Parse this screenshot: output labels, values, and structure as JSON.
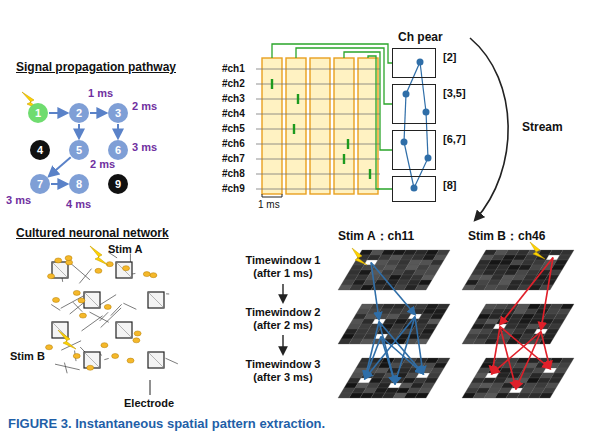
{
  "diagram": {
    "caption": "FIGURE 3. Instantaneous spatial pattern extraction.",
    "nodes": [
      {
        "text": [
          "1"
        ]
      },
      {
        "text": [
          "2"
        ]
      },
      {
        "text": [
          "3"
        ]
      },
      {
        "text": [
          "4"
        ]
      },
      {
        "text": [
          "5"
        ]
      },
      {
        "text": [
          "6"
        ]
      },
      {
        "text": [
          "7"
        ]
      },
      {
        "text": [
          "8"
        ]
      },
      {
        "text": [
          "9"
        ]
      },
      {
        "text": [
          "[2]"
        ]
      },
      {
        "text": [
          "[3,5]"
        ]
      },
      {
        "text": [
          "[6,7]"
        ]
      },
      {
        "text": [
          "[8]"
        ]
      }
    ],
    "edges": [
      {
        "from": 0,
        "to": 1,
        "arrow": "to"
      },
      {
        "from": 1,
        "to": 2,
        "arrow": "to"
      },
      {
        "from": 1,
        "to": 4,
        "arrow": "to"
      },
      {
        "from": 2,
        "to": 5,
        "arrow": "to"
      },
      {
        "from": 4,
        "to": 6,
        "arrow": "to"
      },
      {
        "from": 6,
        "to": 7,
        "arrow": "to"
      }
    ],
    "labels": [
      "Signal propagation pathway",
      "1 ms",
      "2 ms",
      "2 ms",
      "3 ms",
      "3 ms",
      "4 ms",
      "Ch pear",
      "#ch1",
      "#ch2",
      "#ch3",
      "#ch4",
      "#ch5",
      "#ch6",
      "#ch7",
      "#ch8",
      "#ch9",
      "1 ms",
      "Stream",
      "Cultured neuronal network",
      "Stim A",
      "Stim B",
      "Electrode",
      "Stim A：ch11",
      "Stim B：ch46",
      "Timewindow 1 (after 1 ms)",
      "Timewindow 2 (after 2 ms)",
      "Timewindow 3 (after 3 ms)"
    ]
  }
}
